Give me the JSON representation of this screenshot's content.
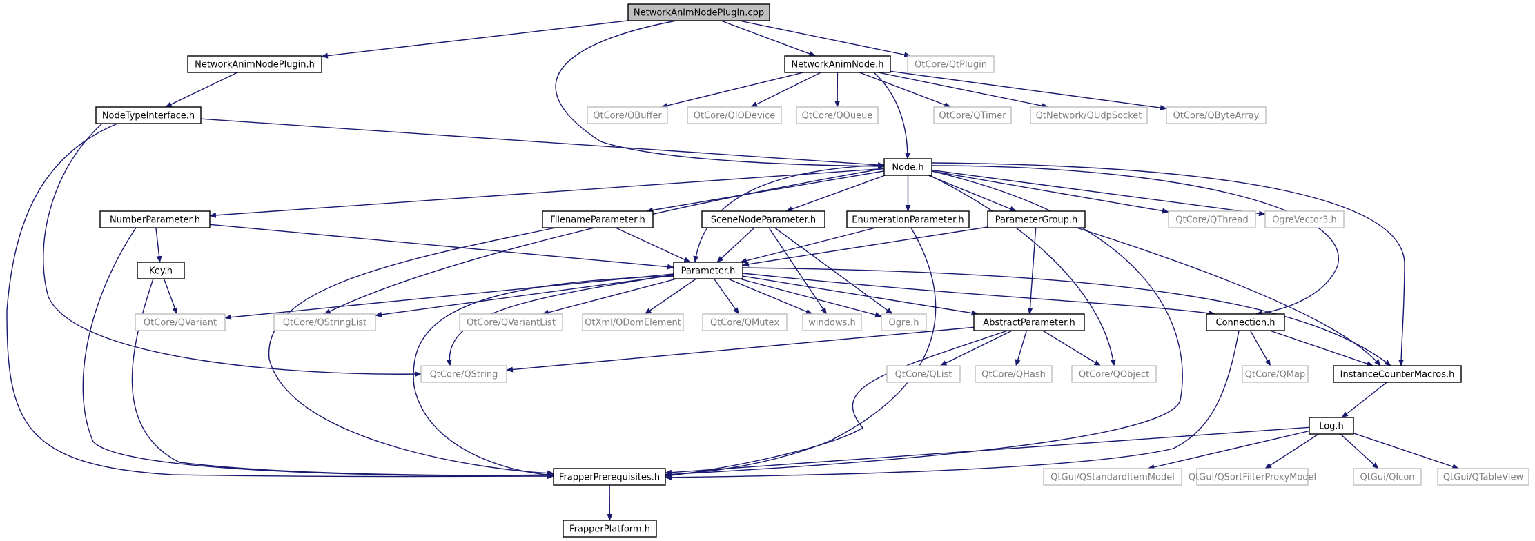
{
  "diagram": {
    "title": "",
    "colors": {
      "edge": "#191970",
      "node_border": "#000000",
      "external_border": "#bfbfbf",
      "root_fill": "#bfbfbf",
      "text": "#000000",
      "external_text": "#7f7f7f"
    },
    "nodes": [
      {
        "id": "networkanimnodeplugin_cpp",
        "label": "NetworkAnimNodePlugin.cpp",
        "kind": "root"
      },
      {
        "id": "networkanimnodeplugin_h",
        "label": "NetworkAnimNodePlugin.h",
        "kind": "file"
      },
      {
        "id": "networkanimnode_h",
        "label": "NetworkAnimNode.h",
        "kind": "file"
      },
      {
        "id": "qtplugin",
        "label": "QtCore/QtPlugin",
        "kind": "external"
      },
      {
        "id": "nodetypeinterface_h",
        "label": "NodeTypeInterface.h",
        "kind": "file"
      },
      {
        "id": "qbuffer",
        "label": "QtCore/QBuffer",
        "kind": "external"
      },
      {
        "id": "qiodevice",
        "label": "QtCore/QIODevice",
        "kind": "external"
      },
      {
        "id": "qqueue",
        "label": "QtCore/QQueue",
        "kind": "external"
      },
      {
        "id": "qtimer",
        "label": "QtCore/QTimer",
        "kind": "external"
      },
      {
        "id": "qudpsocket",
        "label": "QtNetwork/QUdpSocket",
        "kind": "external"
      },
      {
        "id": "qbytearray",
        "label": "QtCore/QByteArray",
        "kind": "external"
      },
      {
        "id": "node_h",
        "label": "Node.h",
        "kind": "file"
      },
      {
        "id": "numberparameter_h",
        "label": "NumberParameter.h",
        "kind": "file"
      },
      {
        "id": "filenameparameter_h",
        "label": "FilenameParameter.h",
        "kind": "file"
      },
      {
        "id": "scenenodeparameter_h",
        "label": "SceneNodeParameter.h",
        "kind": "file"
      },
      {
        "id": "enumerationparameter_h",
        "label": "EnumerationParameter.h",
        "kind": "file"
      },
      {
        "id": "parametergroup_h",
        "label": "ParameterGroup.h",
        "kind": "file"
      },
      {
        "id": "qthread",
        "label": "QtCore/QThread",
        "kind": "external"
      },
      {
        "id": "ogrevector3_h",
        "label": "OgreVector3.h",
        "kind": "external"
      },
      {
        "id": "key_h",
        "label": "Key.h",
        "kind": "file"
      },
      {
        "id": "parameter_h",
        "label": "Parameter.h",
        "kind": "file"
      },
      {
        "id": "qvariant",
        "label": "QtCore/QVariant",
        "kind": "external"
      },
      {
        "id": "qstringlist",
        "label": "QtCore/QStringList",
        "kind": "external"
      },
      {
        "id": "qvariantlist",
        "label": "QtCore/QVariantList",
        "kind": "external"
      },
      {
        "id": "qdomelement",
        "label": "QtXml/QDomElement",
        "kind": "external"
      },
      {
        "id": "qmutex",
        "label": "QtCore/QMutex",
        "kind": "external"
      },
      {
        "id": "windows_h",
        "label": "windows.h",
        "kind": "external"
      },
      {
        "id": "ogre_h",
        "label": "Ogre.h",
        "kind": "external"
      },
      {
        "id": "abstractparameter_h",
        "label": "AbstractParameter.h",
        "kind": "file"
      },
      {
        "id": "connection_h",
        "label": "Connection.h",
        "kind": "file"
      },
      {
        "id": "qstring",
        "label": "QtCore/QString",
        "kind": "external"
      },
      {
        "id": "qlist",
        "label": "QtCore/QList",
        "kind": "external"
      },
      {
        "id": "qhash",
        "label": "QtCore/QHash",
        "kind": "external"
      },
      {
        "id": "qobject",
        "label": "QtCore/QObject",
        "kind": "external"
      },
      {
        "id": "qmap",
        "label": "QtCore/QMap",
        "kind": "external"
      },
      {
        "id": "instancecountermacros_h",
        "label": "InstanceCounterMacros.h",
        "kind": "file"
      },
      {
        "id": "log_h",
        "label": "Log.h",
        "kind": "file"
      },
      {
        "id": "frapperprerequisites_h",
        "label": "FrapperPrerequisites.h",
        "kind": "file"
      },
      {
        "id": "qstandarditemmodel",
        "label": "QtGui/QStandardItemModel",
        "kind": "external"
      },
      {
        "id": "qsortfilterproxymodel",
        "label": "QtGui/QSortFilterProxyModel",
        "kind": "external"
      },
      {
        "id": "qicon",
        "label": "QtGui/QIcon",
        "kind": "external"
      },
      {
        "id": "qtableview",
        "label": "QtGui/QTableView",
        "kind": "external"
      },
      {
        "id": "frapperplatform_h",
        "label": "FrapperPlatform.h",
        "kind": "file"
      }
    ],
    "edges": [
      [
        "networkanimnodeplugin_cpp",
        "networkanimnodeplugin_h"
      ],
      [
        "networkanimnodeplugin_cpp",
        "networkanimnode_h"
      ],
      [
        "networkanimnodeplugin_cpp",
        "qtplugin"
      ],
      [
        "networkanimnodeplugin_cpp",
        "node_h"
      ],
      [
        "networkanimnodeplugin_h",
        "nodetypeinterface_h"
      ],
      [
        "nodetypeinterface_h",
        "node_h"
      ],
      [
        "nodetypeinterface_h",
        "qstring"
      ],
      [
        "nodetypeinterface_h",
        "frapperprerequisites_h"
      ],
      [
        "networkanimnode_h",
        "qbuffer"
      ],
      [
        "networkanimnode_h",
        "qiodevice"
      ],
      [
        "networkanimnode_h",
        "qqueue"
      ],
      [
        "networkanimnode_h",
        "qtimer"
      ],
      [
        "networkanimnode_h",
        "qudpsocket"
      ],
      [
        "networkanimnode_h",
        "qbytearray"
      ],
      [
        "networkanimnode_h",
        "node_h"
      ],
      [
        "node_h",
        "numberparameter_h"
      ],
      [
        "node_h",
        "filenameparameter_h"
      ],
      [
        "node_h",
        "scenenodeparameter_h"
      ],
      [
        "node_h",
        "enumerationparameter_h"
      ],
      [
        "node_h",
        "parametergroup_h"
      ],
      [
        "node_h",
        "qthread"
      ],
      [
        "node_h",
        "ogrevector3_h"
      ],
      [
        "node_h",
        "parameter_h"
      ],
      [
        "node_h",
        "qstringlist"
      ],
      [
        "node_h",
        "qobject"
      ],
      [
        "node_h",
        "frapperprerequisites_h"
      ],
      [
        "node_h",
        "connection_h"
      ],
      [
        "node_h",
        "instancecountermacros_h"
      ],
      [
        "numberparameter_h",
        "key_h"
      ],
      [
        "numberparameter_h",
        "parameter_h"
      ],
      [
        "numberparameter_h",
        "frapperprerequisites_h"
      ],
      [
        "filenameparameter_h",
        "parameter_h"
      ],
      [
        "filenameparameter_h",
        "frapperprerequisites_h"
      ],
      [
        "scenenodeparameter_h",
        "parameter_h"
      ],
      [
        "scenenodeparameter_h",
        "windows_h"
      ],
      [
        "scenenodeparameter_h",
        "ogre_h"
      ],
      [
        "enumerationparameter_h",
        "parameter_h"
      ],
      [
        "enumerationparameter_h",
        "frapperprerequisites_h"
      ],
      [
        "parametergroup_h",
        "parameter_h"
      ],
      [
        "parametergroup_h",
        "abstractparameter_h"
      ],
      [
        "parametergroup_h",
        "instancecountermacros_h"
      ],
      [
        "key_h",
        "qvariant"
      ],
      [
        "key_h",
        "frapperprerequisites_h"
      ],
      [
        "parameter_h",
        "qvariant"
      ],
      [
        "parameter_h",
        "qstringlist"
      ],
      [
        "parameter_h",
        "qvariantlist"
      ],
      [
        "parameter_h",
        "qdomelement"
      ],
      [
        "parameter_h",
        "qmutex"
      ],
      [
        "parameter_h",
        "windows_h"
      ],
      [
        "parameter_h",
        "ogre_h"
      ],
      [
        "parameter_h",
        "abstractparameter_h"
      ],
      [
        "parameter_h",
        "connection_h"
      ],
      [
        "parameter_h",
        "instancecountermacros_h"
      ],
      [
        "parameter_h",
        "qstring"
      ],
      [
        "parameter_h",
        "frapperprerequisites_h"
      ],
      [
        "abstractparameter_h",
        "qstring"
      ],
      [
        "abstractparameter_h",
        "qlist"
      ],
      [
        "abstractparameter_h",
        "qhash"
      ],
      [
        "abstractparameter_h",
        "qobject"
      ],
      [
        "abstractparameter_h",
        "frapperprerequisites_h"
      ],
      [
        "connection_h",
        "qmap"
      ],
      [
        "connection_h",
        "instancecountermacros_h"
      ],
      [
        "connection_h",
        "frapperprerequisites_h"
      ],
      [
        "instancecountermacros_h",
        "log_h"
      ],
      [
        "log_h",
        "frapperprerequisites_h"
      ],
      [
        "log_h",
        "qstandarditemmodel"
      ],
      [
        "log_h",
        "qsortfilterproxymodel"
      ],
      [
        "log_h",
        "qicon"
      ],
      [
        "log_h",
        "qtableview"
      ],
      [
        "frapperprerequisites_h",
        "frapperplatform_h"
      ]
    ]
  }
}
